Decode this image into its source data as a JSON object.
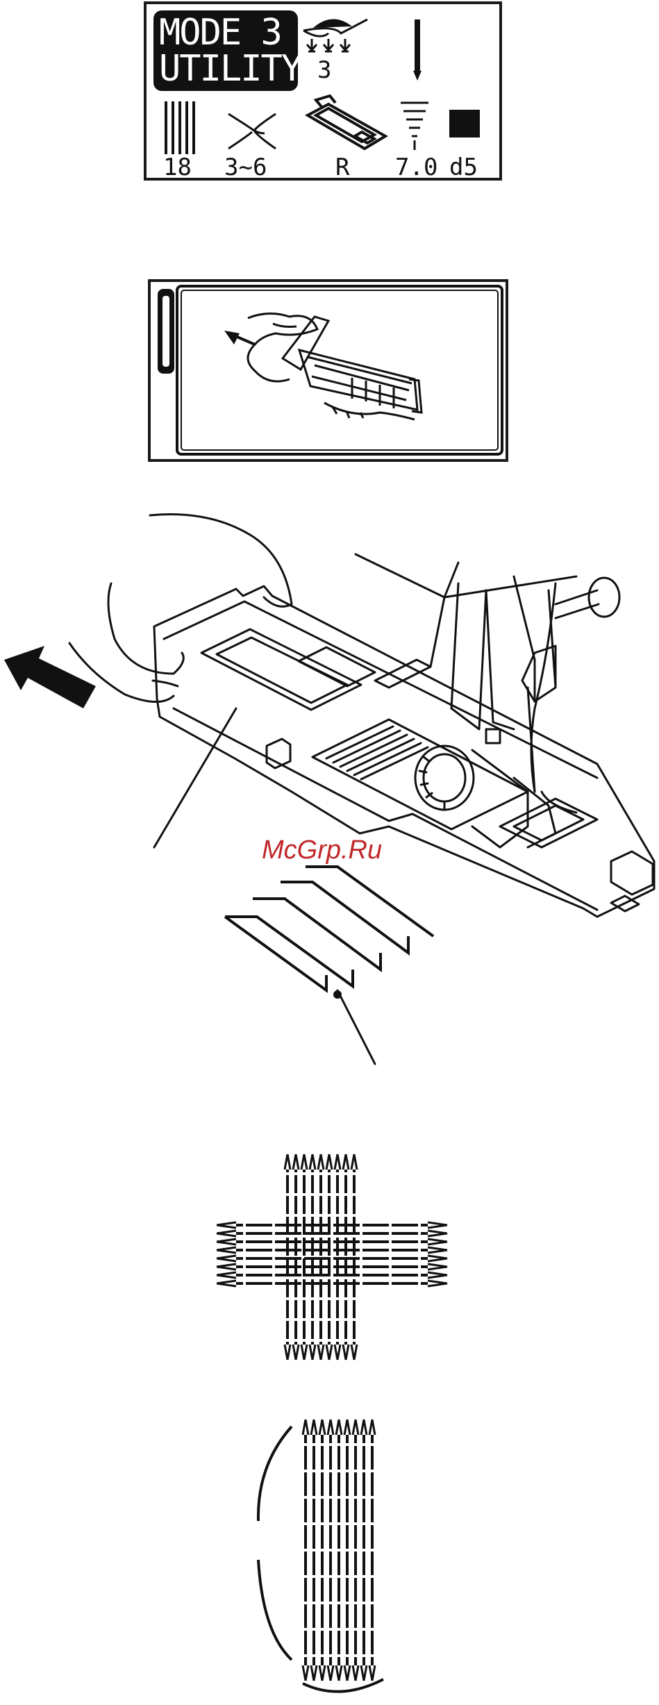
{
  "lcd_display": {
    "mode_line1": "MODE 3",
    "mode_line2": "UTILITY",
    "tension_value": "3",
    "stitch_count": "18",
    "range": "3~6",
    "foot_letter": "R",
    "stitch_length": "7.0",
    "stitch_width": "d5",
    "icons": [
      "thread-tension-icon",
      "needle-position-icon",
      "bar-stitch-icon",
      "stitch-length-icon",
      "buttonhole-foot-icon",
      "stitch-width-icon",
      "square-icon"
    ]
  },
  "lcd_instruction": {
    "icons": [
      "buttonhole-lever-icon",
      "buttonhole-foot-pull-icon",
      "arrow-icon"
    ]
  },
  "watermark": "McGrp.Ru",
  "illustrations": [
    "buttonhole-foot-attach-illustration",
    "buttonhole-stitch-lines",
    "darning-pattern-cross",
    "darning-pattern-rounded"
  ]
}
